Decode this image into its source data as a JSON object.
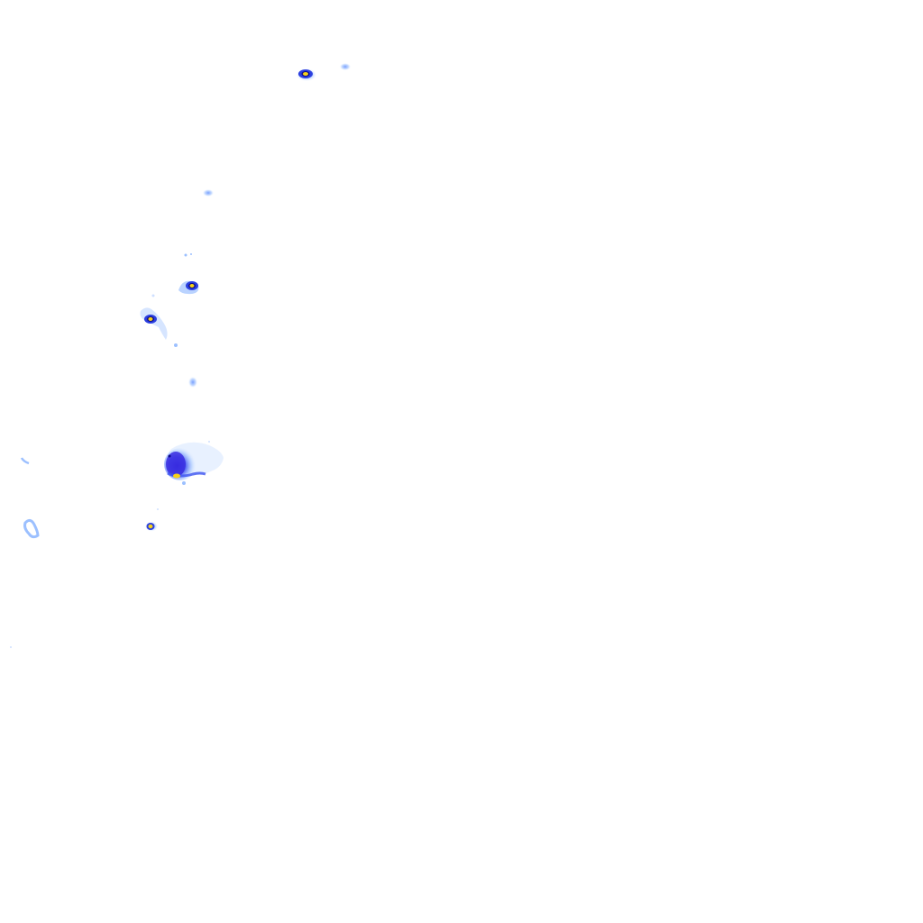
{
  "map": {
    "layer": "weather-radar-reflectivity-overlay",
    "background_color": "#ffffff",
    "intensity_palette": [
      "#cfe0ff",
      "#9cc0ff",
      "#6a96ff",
      "#3b52f0",
      "#1a1ad6",
      "#0a0a8a",
      "#f5d21a",
      "#ff8a00"
    ],
    "cells": [
      {
        "id": "cell-a",
        "intensity": "heavy"
      },
      {
        "id": "cell-b",
        "intensity": "light"
      },
      {
        "id": "cell-c",
        "intensity": "light"
      },
      {
        "id": "cell-d",
        "intensity": "heavy"
      },
      {
        "id": "cell-e",
        "intensity": "heavy"
      },
      {
        "id": "cell-f",
        "intensity": "light"
      },
      {
        "id": "cell-g",
        "intensity": "moderate-large"
      },
      {
        "id": "cell-h",
        "intensity": "light"
      },
      {
        "id": "cell-i",
        "intensity": "heavy"
      },
      {
        "id": "cell-j",
        "intensity": "light"
      }
    ]
  }
}
